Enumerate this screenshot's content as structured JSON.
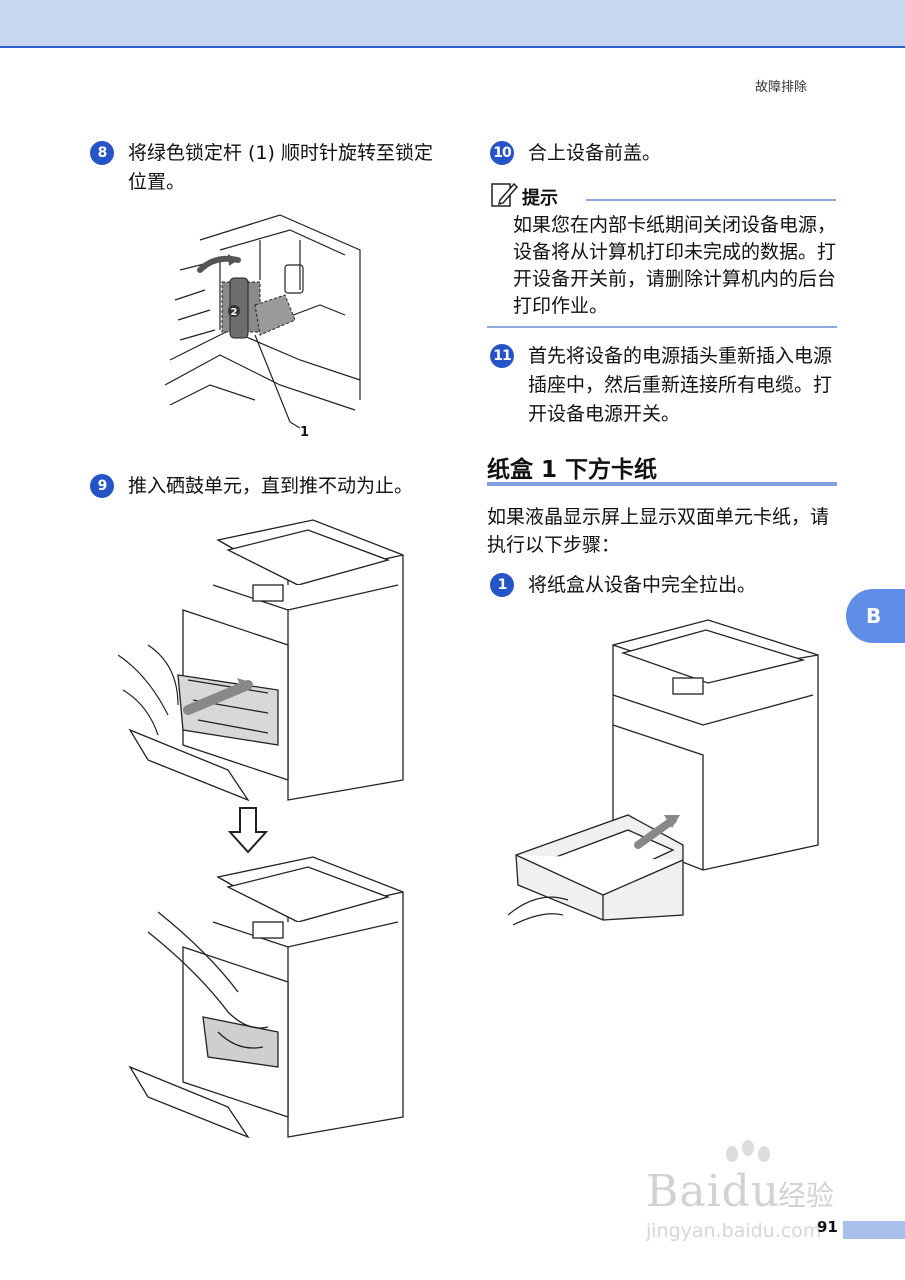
{
  "header": {
    "section": "故障排除"
  },
  "steps": {
    "s8": {
      "num": "8",
      "text": "将绿色锁定杆 (1) 顺时针旋转至锁定位置。"
    },
    "s9": {
      "num": "9",
      "text": "推入硒鼓单元，直到推不动为止。"
    },
    "s10": {
      "num": "10",
      "text": "合上设备前盖。"
    },
    "s11": {
      "num": "11",
      "text": "首先将设备的电源插头重新插入电源插座中，然后重新连接所有电缆。打开设备电源开关。"
    },
    "s1": {
      "num": "1",
      "text": "将纸盒从设备中完全拉出。"
    }
  },
  "figure1": {
    "callout": "1",
    "lever_label": "2"
  },
  "note": {
    "label": "提示",
    "text": "如果您在内部卡纸期间关闭设备电源，设备将从计算机打印未完成的数据。打开设备开关前，请删除计算机内的后台打印作业。"
  },
  "section": {
    "title": "纸盒 1 下方卡纸",
    "intro": "如果液晶显示屏上显示双面单元卡纸，请执行以下步骤："
  },
  "side_tab": "B",
  "footer": {
    "page": "91"
  },
  "watermark": {
    "brand": "Baidu",
    "cn": "经验",
    "url": "jingyan.baidu.com"
  },
  "colors": {
    "accent": "#2554c7",
    "header_band": "#c9d7f2",
    "rule": "#8ea8dc",
    "tab": "#5f8ee8"
  }
}
